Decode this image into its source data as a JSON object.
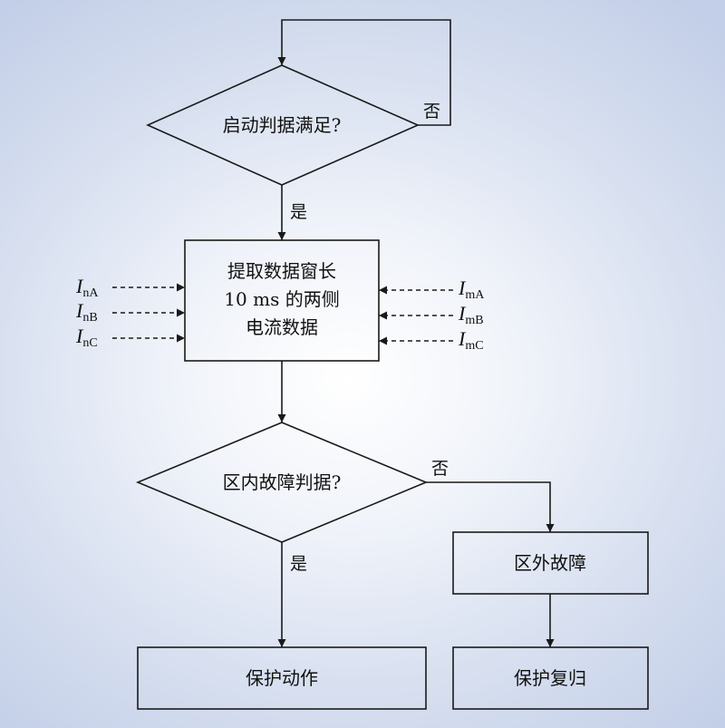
{
  "nodes": {
    "start_check": "启动判据满足?",
    "extract_line1": "提取数据窗长",
    "extract_line2": "10 ms 的两侧",
    "extract_line3": "电流数据",
    "internal_check": "区内故障判据?",
    "external_fault": "区外故障",
    "protection_action": "保护动作",
    "protection_reset": "保护复归"
  },
  "edge_labels": {
    "start_no": "否",
    "start_yes": "是",
    "internal_no": "否",
    "internal_yes": "是"
  },
  "inputs_left": [
    {
      "symbol": "I",
      "sub": "nA"
    },
    {
      "symbol": "I",
      "sub": "nB"
    },
    {
      "symbol": "I",
      "sub": "nC"
    }
  ],
  "inputs_right": [
    {
      "symbol": "I",
      "sub": "mA"
    },
    {
      "symbol": "I",
      "sub": "mB"
    },
    {
      "symbol": "I",
      "sub": "mC"
    }
  ]
}
